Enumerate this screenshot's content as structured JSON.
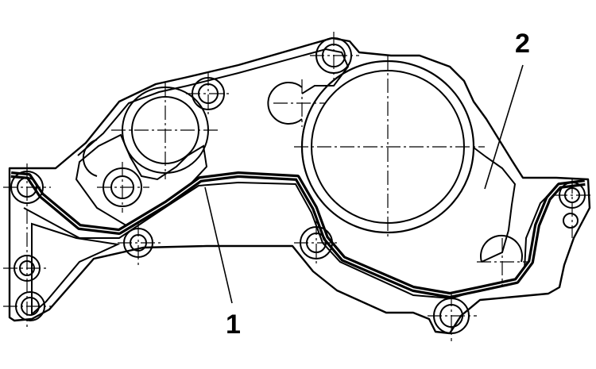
{
  "diagram": {
    "callouts": [
      {
        "id": "1",
        "label": "1"
      },
      {
        "id": "2",
        "label": "2"
      }
    ],
    "colors": {
      "line": "#000000",
      "background": "#ffffff",
      "gasket_hatch": "#000000"
    }
  }
}
